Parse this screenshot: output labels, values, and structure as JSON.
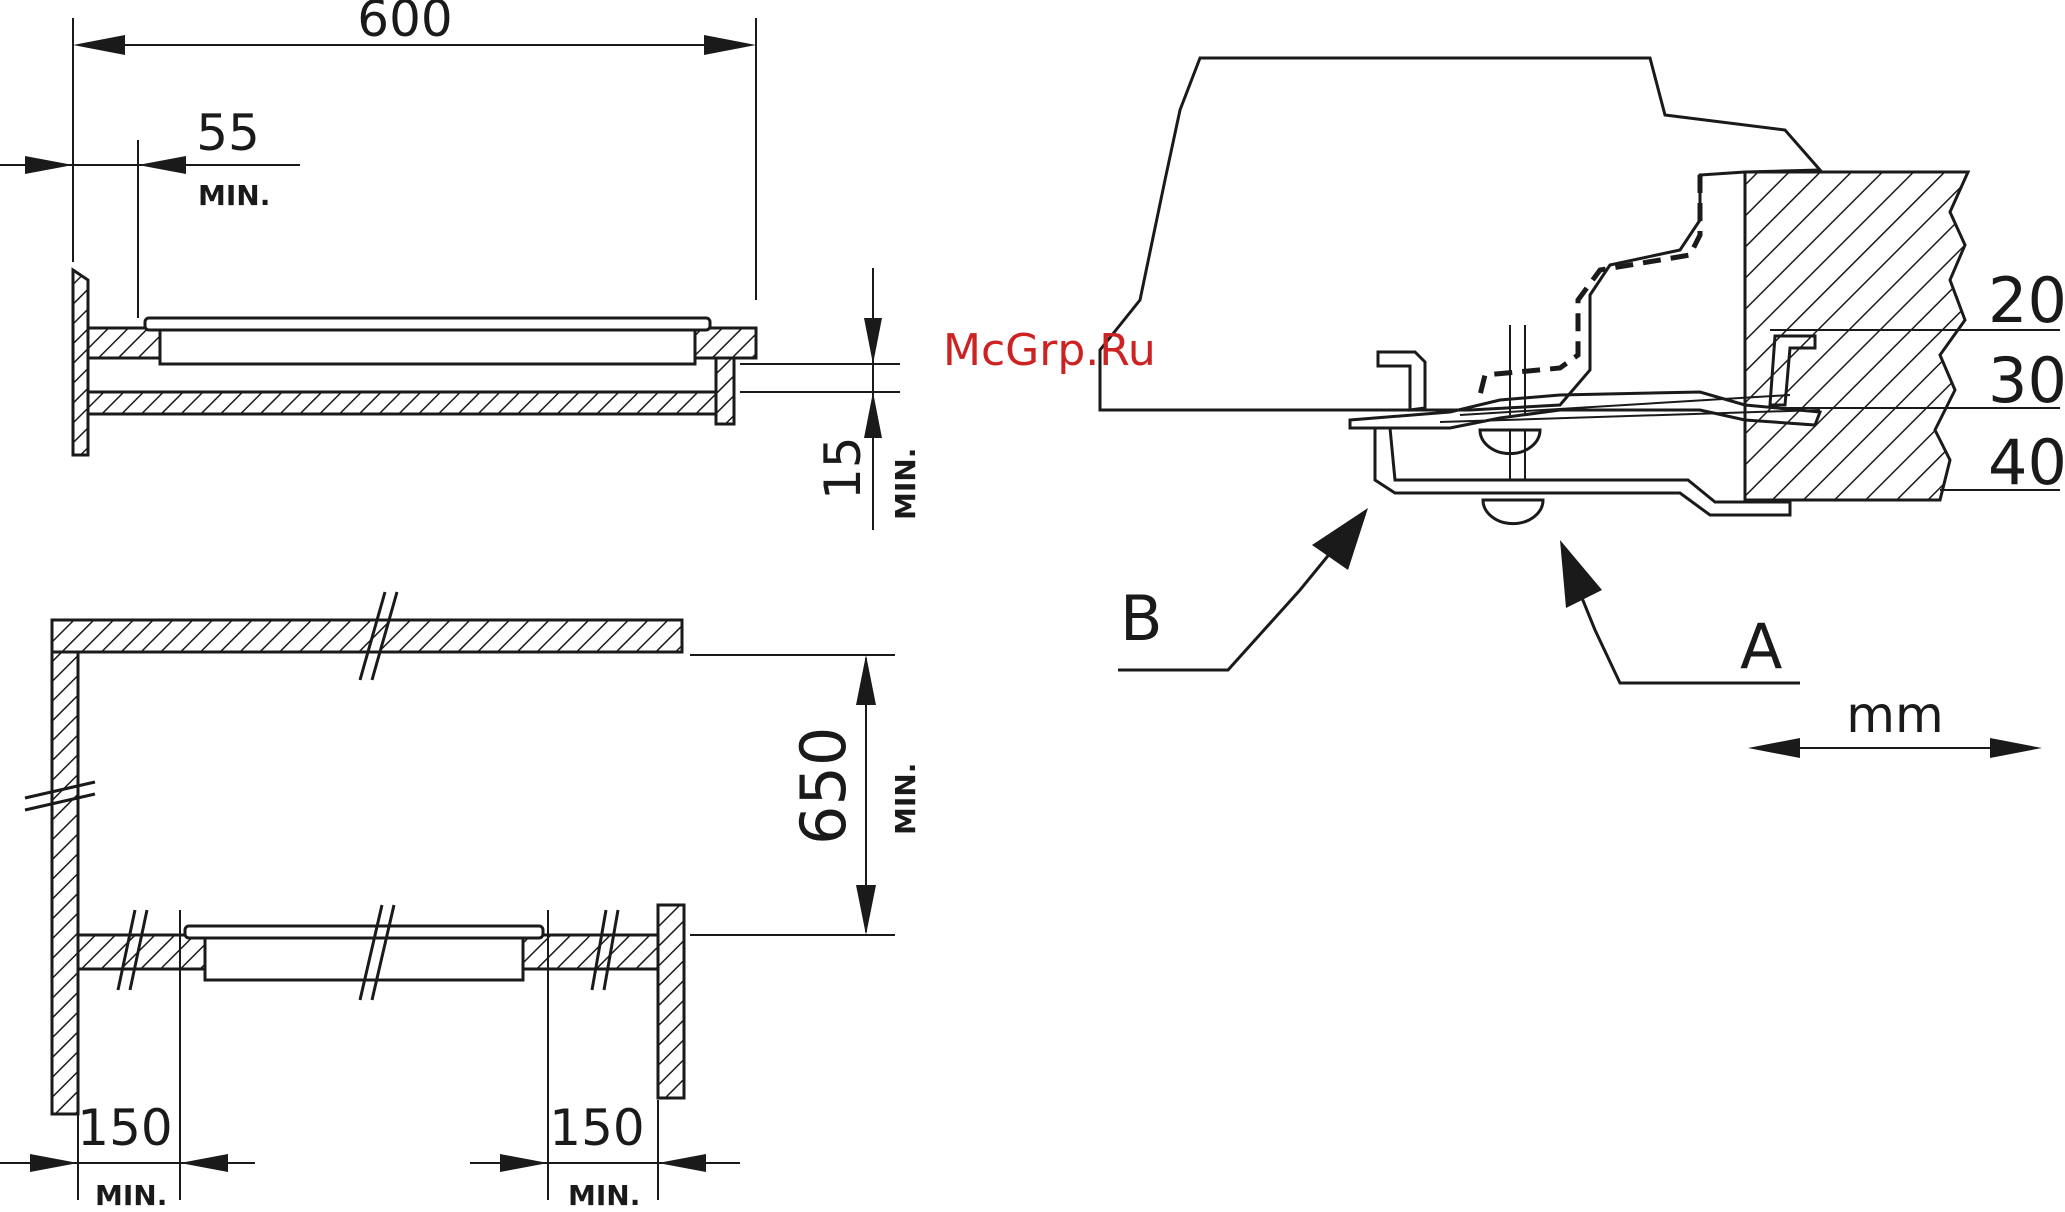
{
  "dimensions": {
    "width_600": "600",
    "gap_55": "55",
    "height_15": "15",
    "height_650": "650",
    "side_150_left": "150",
    "side_150_right": "150",
    "min": "MIN."
  },
  "thickness_labels": [
    "20",
    "30",
    "40"
  ],
  "callouts": {
    "a": "A",
    "b": "B"
  },
  "unit": "mm",
  "watermark": "McGrp.Ru"
}
